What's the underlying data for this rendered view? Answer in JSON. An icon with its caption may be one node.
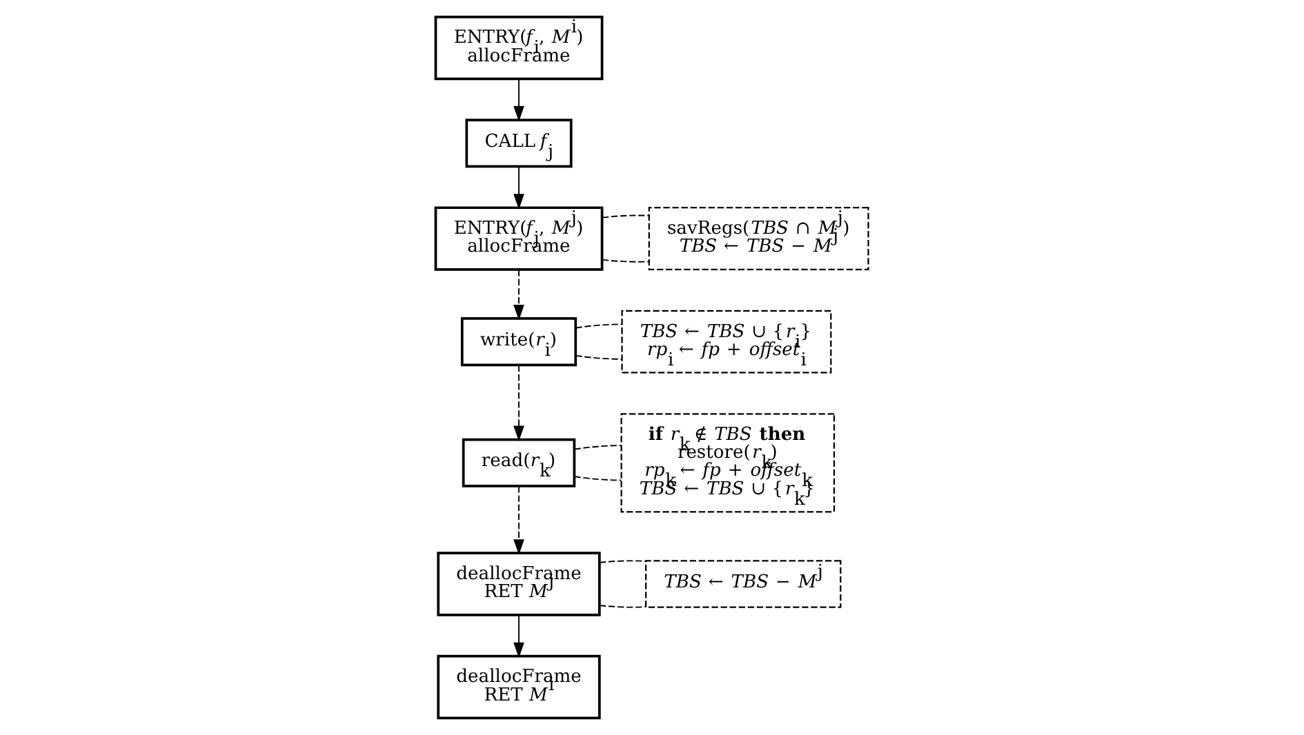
{
  "diagram": {
    "nodes": [
      {
        "text": [
          "ENTRY(*f*$_{i}$, *M*$^{i}$)",
          "allocFrame"
        ]
      },
      {
        "text": [
          "CALL *f*$_{j}$"
        ]
      },
      {
        "text": [
          "deallocFrame",
          "RET *M*$^{i}$"
        ]
      },
      {
        "text": [
          "ENTRY(*f*$_{j}$, *M*$^{j}$)",
          "allocFrame"
        ]
      },
      {
        "text": [
          "write(*r*$_{i}$)"
        ]
      },
      {
        "text": [
          "read(*r*$_{k}$)"
        ]
      },
      {
        "text": [
          "deallocFrame",
          "RET *M*$^{j}$"
        ]
      },
      {
        "text": [
          "savRegs(*TBS* ∩ *M*$^{j}$)",
          "*TBS* ← *TBS* − *M*$^{j}$"
        ]
      },
      {
        "text": [
          "*TBS* ← *TBS* ∪ {*r*$_{i}$}",
          "*rp*$_{i}$ ← *fp* + *offset*$_{i}$"
        ]
      },
      {
        "text": [
          "**if** *r*$_{k}$ ∉ *TBS* **then**",
          "restore(*r*$_{k}$)",
          "*rp*$_{k}$ ← *fp* + *offset*$_{k}$",
          "*TBS* ← *TBS* ∪ {*r*$_{k}$}"
        ]
      },
      {
        "text": [
          "*TBS* ← *TBS* − *M*$^{j}$"
        ]
      }
    ],
    "edges": [
      {
        "from": 0,
        "to": 1,
        "arrow": "to"
      },
      {
        "from": 1,
        "to": 3,
        "arrow": "to"
      },
      {
        "from": 3,
        "to": 4,
        "arrow": "to",
        "style": "dashed"
      },
      {
        "from": 4,
        "to": 5,
        "arrow": "to",
        "style": "dashed"
      },
      {
        "from": 5,
        "to": 6,
        "arrow": "to",
        "style": "dashed"
      },
      {
        "from": 6,
        "to": 2,
        "arrow": "to"
      },
      {
        "from": 3,
        "to": 7,
        "arrow": "none",
        "style": "dashed"
      },
      {
        "from": 3,
        "to": 7,
        "arrow": "none",
        "style": "dashed"
      },
      {
        "from": 4,
        "to": 8,
        "arrow": "none",
        "style": "dashed"
      },
      {
        "from": 4,
        "to": 8,
        "arrow": "none",
        "style": "dashed"
      },
      {
        "from": 5,
        "to": 9,
        "arrow": "none",
        "style": "dashed"
      },
      {
        "from": 5,
        "to": 9,
        "arrow": "none",
        "style": "dashed"
      },
      {
        "from": 6,
        "to": 10,
        "arrow": "none",
        "style": "dashed"
      },
      {
        "from": 6,
        "to": 10,
        "arrow": "none",
        "style": "dashed"
      }
    ]
  }
}
